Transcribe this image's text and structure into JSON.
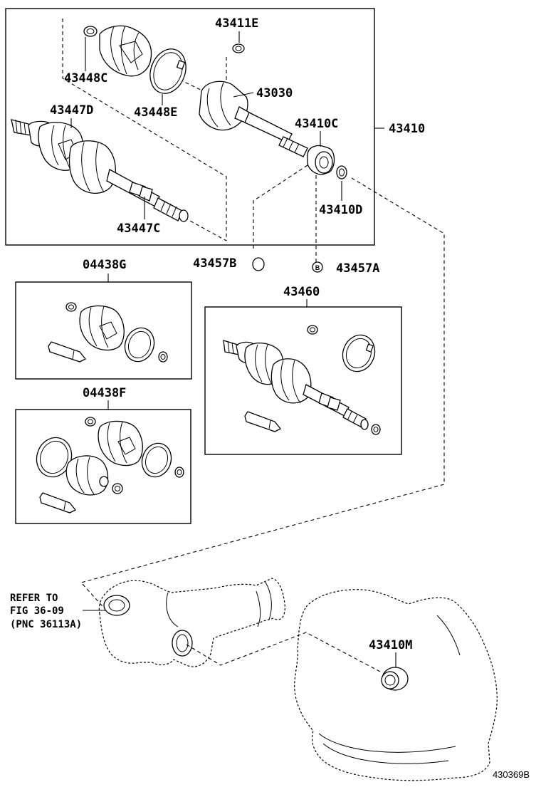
{
  "labels": {
    "p43411E": "43411E",
    "p43448C": "43448C",
    "p43030": "43030",
    "p43447D": "43447D",
    "p43448E": "43448E",
    "p43410C": "43410C",
    "p43410": "43410",
    "p43410D": "43410D",
    "p43447C": "43447C",
    "p43457B": "43457B",
    "p43457A": "43457A",
    "p04438G": "04438G",
    "p43460": "43460",
    "p04438F": "04438F",
    "p43410M": "43410M"
  },
  "reference": {
    "line1": "REFER TO",
    "line2": "FIG 36-09",
    "line3": "(PNC 36113A)"
  },
  "bullet_b": "B",
  "drawing_code": "430369B"
}
